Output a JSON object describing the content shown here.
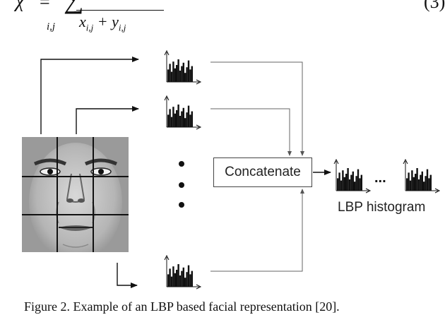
{
  "equation": {
    "lhs_symbol": "χ",
    "equals": "=",
    "sum_symbol": "∑",
    "sum_subscript": "i,j",
    "denominator_x": "x",
    "denominator_plus": "+",
    "denominator_y": "y",
    "index": "i,j",
    "number": "(3)"
  },
  "figure": {
    "concat_label": "Concatenate",
    "ellipsis": "...",
    "result_label": "LBP histogram"
  },
  "caption": "Figure 2.  Example of an LBP based facial representation [20]."
}
